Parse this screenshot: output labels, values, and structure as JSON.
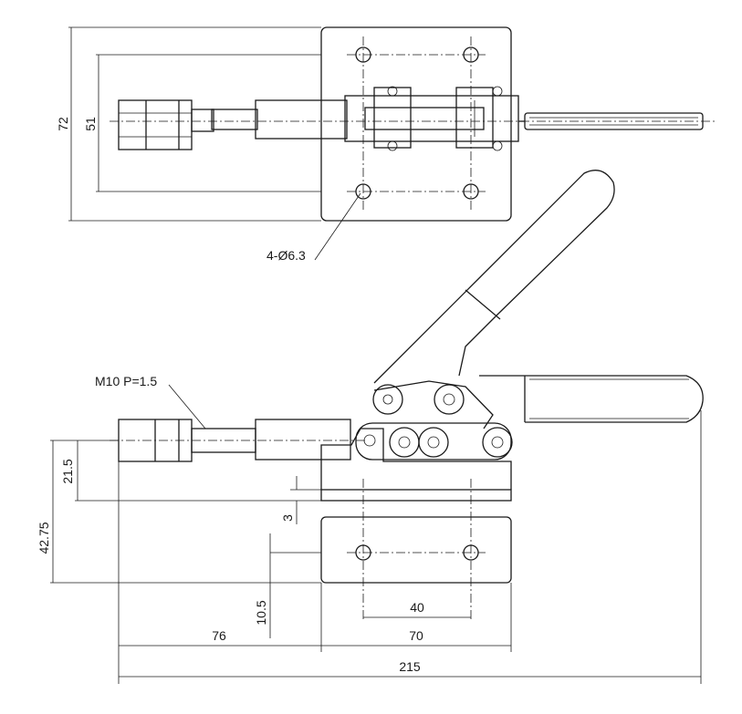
{
  "annotations": {
    "holes": "4-Ø6.3",
    "thread": "M10 P=1.5"
  },
  "dimensions": {
    "d72": "72",
    "d51": "51",
    "d42_75": "42.75",
    "d21_5": "21.5",
    "d3": "3",
    "d10_5": "10.5",
    "d40": "40",
    "d76": "76",
    "d70": "70",
    "d215": "215"
  },
  "colors": {
    "ink": "#1a1a1a",
    "paper": "#ffffff"
  }
}
